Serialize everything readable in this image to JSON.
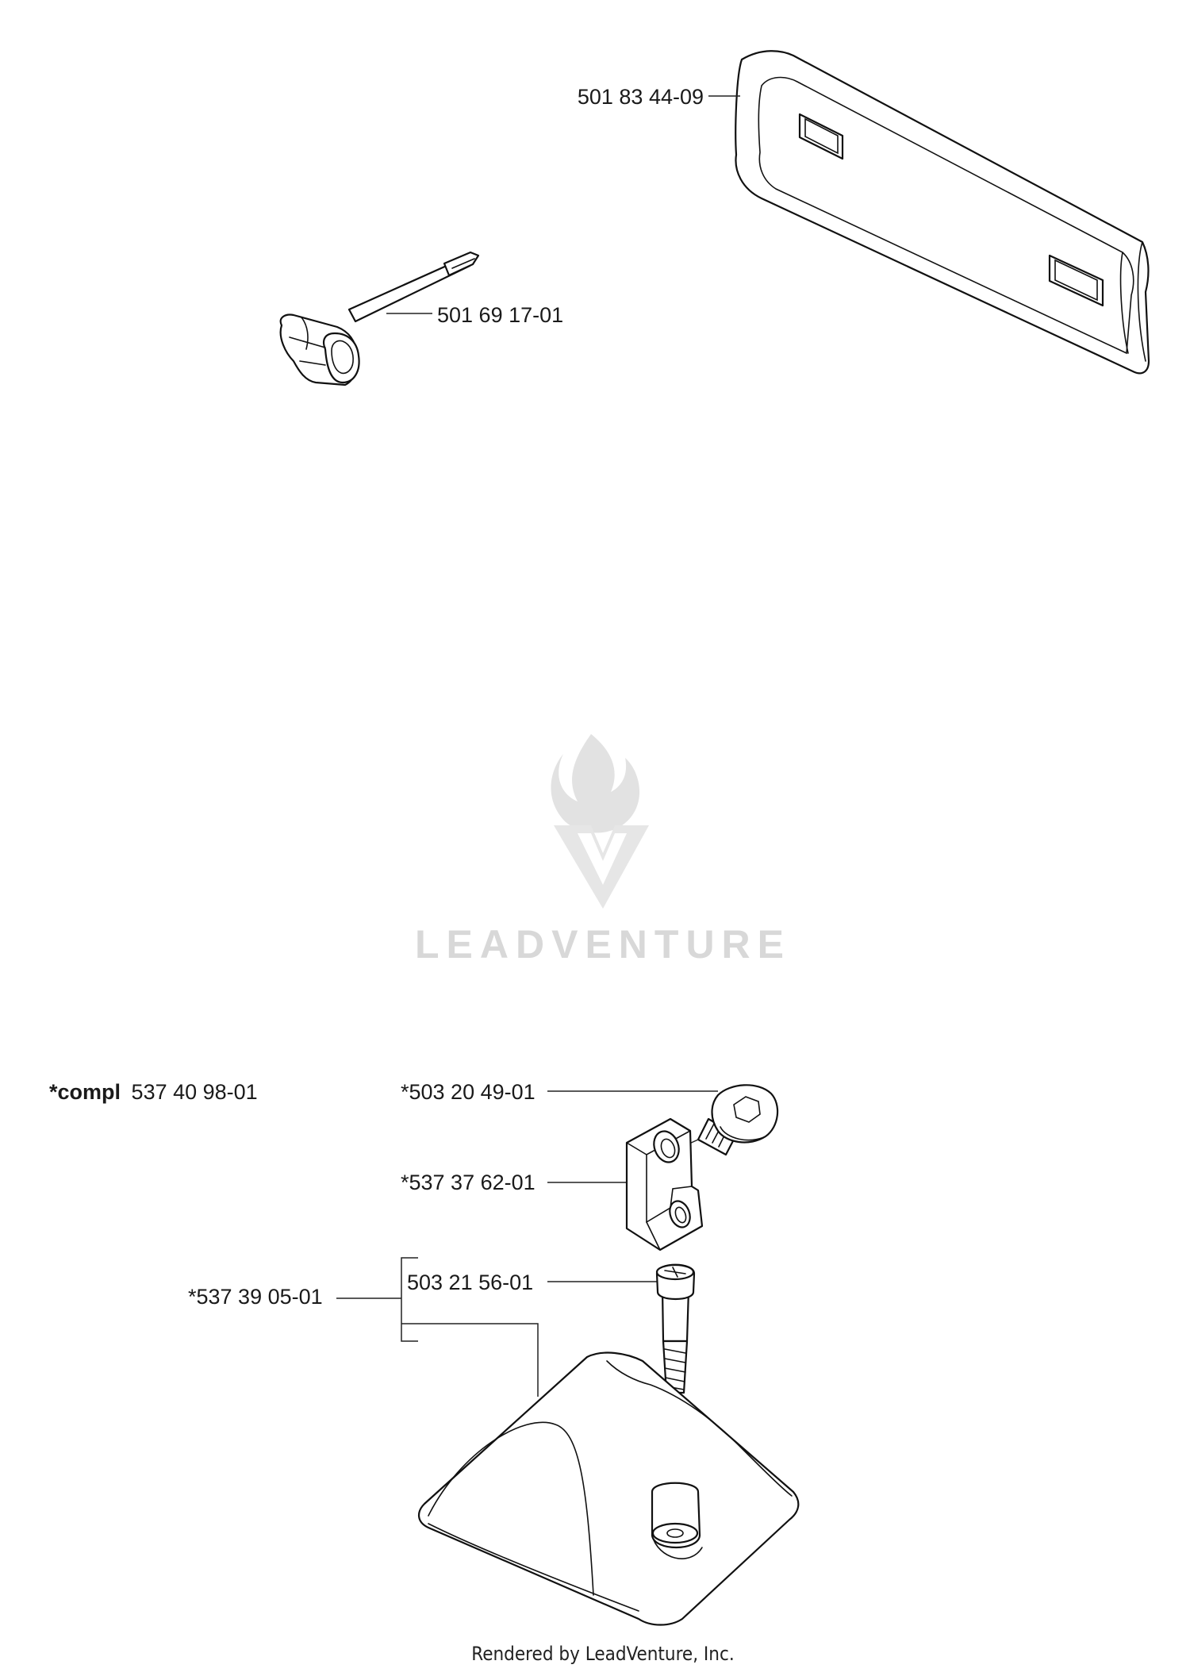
{
  "labels": {
    "bar_cover": "501 83 44-09",
    "combi_wrench": "501 69 17-01",
    "compl_prefix": "*compl",
    "compl_number": "537 40 98-01",
    "screw_top": "*503 20 49-01",
    "bracket": "*537 37 62-01",
    "bumper_assembly": "*537 39 05-01",
    "bolt": "503 21 56-01"
  },
  "watermark": {
    "brand": "LEADVENTURE"
  },
  "footer": {
    "text": "Rendered by LeadVenture, Inc."
  },
  "colors": {
    "line": "#111111",
    "watermark": "#d8d8d8"
  }
}
